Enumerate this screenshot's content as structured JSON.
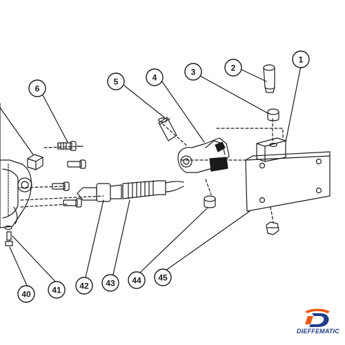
{
  "callouts": [
    "1",
    "2",
    "3",
    "4",
    "5",
    "6",
    "40",
    "41",
    "42",
    "43",
    "44",
    "45"
  ],
  "brand": {
    "name": "DIEFFEMATIC",
    "primary_color": "#e85a12",
    "secondary_color": "#1f3c88"
  },
  "line_color": "#1a1a1a"
}
